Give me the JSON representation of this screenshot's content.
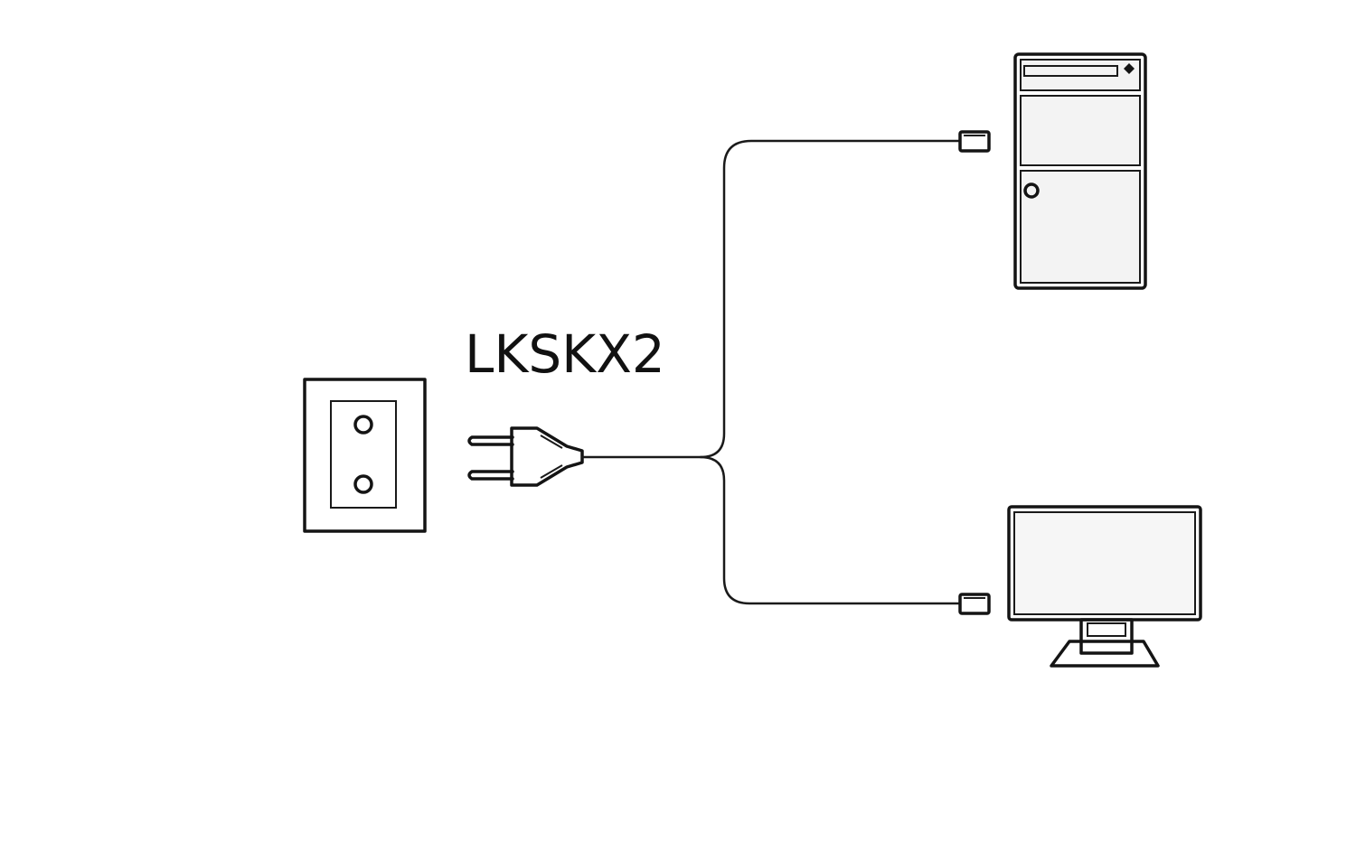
{
  "diagram": {
    "cable_label": "LKSKX2",
    "nodes": [
      {
        "id": "wall-socket",
        "icon": "wall-socket-icon"
      },
      {
        "id": "power-plug",
        "icon": "plug-icon"
      },
      {
        "id": "pc-tower",
        "icon": "computer-tower-icon"
      },
      {
        "id": "monitor",
        "icon": "monitor-icon"
      }
    ],
    "edges": [
      {
        "from": "power-plug",
        "to": "pc-tower"
      },
      {
        "from": "power-plug",
        "to": "monitor"
      }
    ]
  }
}
